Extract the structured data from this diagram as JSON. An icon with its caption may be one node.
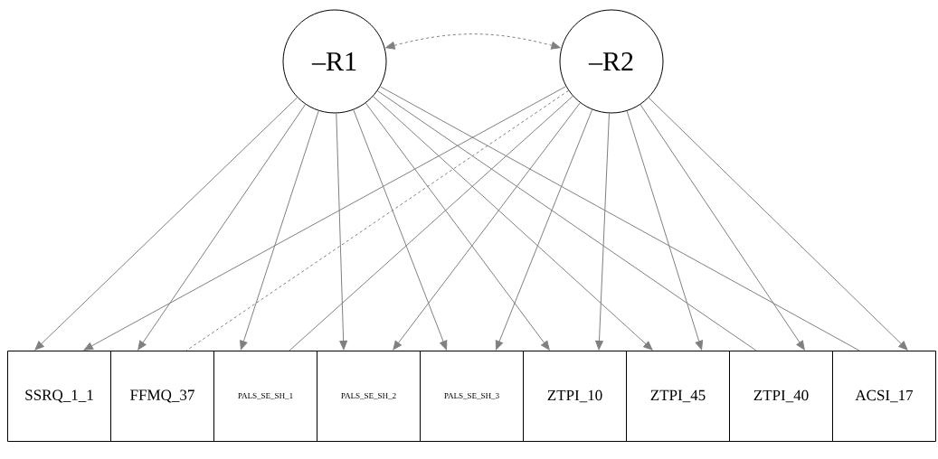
{
  "diagram": {
    "nodes": [
      {
        "text": [
          "–R1"
        ]
      },
      {
        "text": [
          "–R2"
        ]
      },
      {
        "text": [
          "SSRQ_1_1"
        ]
      },
      {
        "text": [
          "FFMQ_37"
        ]
      },
      {
        "text": [
          "PALS_SE_SH_1"
        ]
      },
      {
        "text": [
          "PALS_SE_SH_2"
        ]
      },
      {
        "text": [
          "PALS_SE_SH_3"
        ]
      },
      {
        "text": [
          "ZTPI_10"
        ]
      },
      {
        "text": [
          "ZTPI_45"
        ]
      },
      {
        "text": [
          "ZTPI_40"
        ]
      },
      {
        "text": [
          "ACSI_17"
        ]
      }
    ],
    "edges": [
      {
        "from": 0,
        "to": 1,
        "arrow": "both",
        "style": "dashed"
      },
      {
        "from": 0,
        "to": 2,
        "arrow": "to"
      },
      {
        "from": 0,
        "to": 3,
        "arrow": "to"
      },
      {
        "from": 0,
        "to": 4,
        "arrow": "to"
      },
      {
        "from": 0,
        "to": 5,
        "arrow": "to"
      },
      {
        "from": 0,
        "to": 6,
        "arrow": "to"
      },
      {
        "from": 0,
        "to": 7,
        "arrow": "to"
      },
      {
        "from": 0,
        "to": 8,
        "arrow": "to"
      },
      {
        "from": 0,
        "to": 9,
        "arrow": "none"
      },
      {
        "from": 0,
        "to": 10,
        "arrow": "none"
      },
      {
        "from": 1,
        "to": 2,
        "arrow": "to"
      },
      {
        "from": 1,
        "to": 3,
        "arrow": "none",
        "style": "dashed"
      },
      {
        "from": 1,
        "to": 4,
        "arrow": "none"
      },
      {
        "from": 1,
        "to": 5,
        "arrow": "to"
      },
      {
        "from": 1,
        "to": 6,
        "arrow": "to"
      },
      {
        "from": 1,
        "to": 7,
        "arrow": "to"
      },
      {
        "from": 1,
        "to": 8,
        "arrow": "to"
      },
      {
        "from": 1,
        "to": 9,
        "arrow": "to"
      },
      {
        "from": 1,
        "to": 10,
        "arrow": "to"
      }
    ]
  }
}
